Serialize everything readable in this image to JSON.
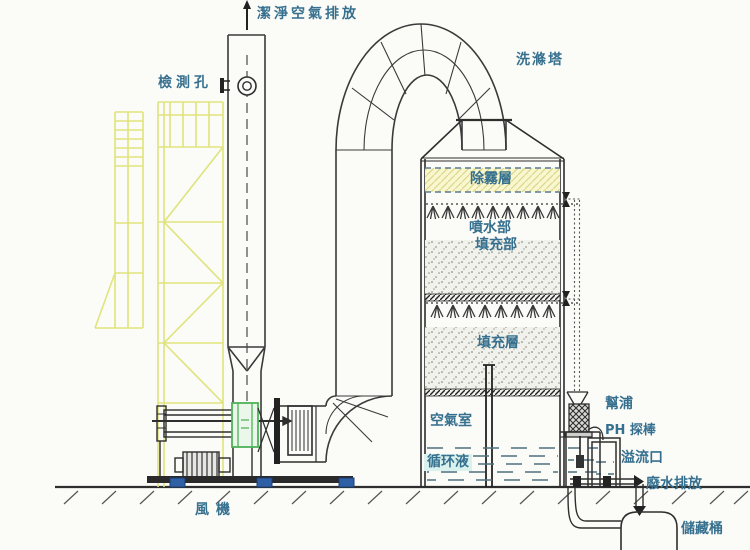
{
  "diagram": {
    "title": "洗滌塔",
    "labels": {
      "clean_air": "潔淨空氣排放",
      "inspection_port": "檢測孔",
      "scrubber_tower": "洗滌塔",
      "demister": "除霧層",
      "spray_section": "噴水部",
      "packing_section": "填充部",
      "packing_layer": "填充層",
      "air_chamber": "空氣室",
      "circulating_liquid": "循环液",
      "pump": "幫浦",
      "ph_probe": "PH 探棒",
      "overflow": "溢流口",
      "wastewater": "廢水排放",
      "storage_tank": "儲藏桶",
      "fan": "風機"
    },
    "colors": {
      "line": "#3a3a3a",
      "label_text": "#36708f",
      "scaffold_yellow": "#dfe47b",
      "demister_fill": "#f9f7cd",
      "green_connector": "#4db258",
      "anchor_blue": "#2f5fa5",
      "water": "#50707e"
    }
  }
}
